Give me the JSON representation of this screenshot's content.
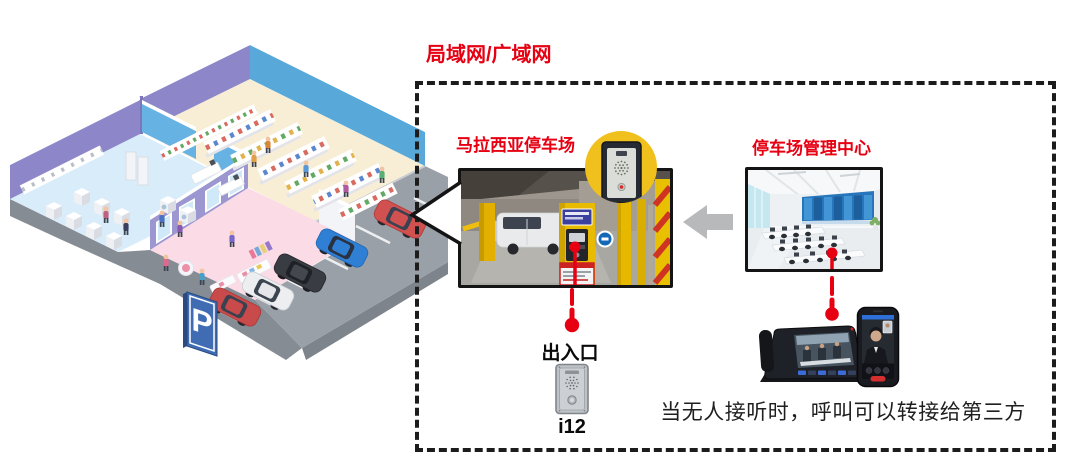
{
  "header": {
    "network_label": "局域网/广域网"
  },
  "parking_section": {
    "title": "马拉西亚停车场"
  },
  "management_section": {
    "title": "停车场管理中心"
  },
  "entrance": {
    "label": "出入口",
    "device_model": "i12"
  },
  "footnote": {
    "text": "当无人接听时，呼叫可以转接给第三方"
  },
  "building": {
    "parking_sign": "P"
  },
  "colors": {
    "accent_red": "#e60012",
    "pin_red": "#e60012",
    "dashed_border": "#1c1c1c",
    "arrow_gray": "#b7b9ba",
    "callout_yellow": "#f0c11c",
    "wall_purple": "#8d87c9",
    "wall_blue": "#58a9da",
    "floor_cream": "#f8eed6",
    "floor_blue": "#d9ecfa",
    "floor_pink": "#fadbe6",
    "parking_gray": "#9aa0a8"
  }
}
